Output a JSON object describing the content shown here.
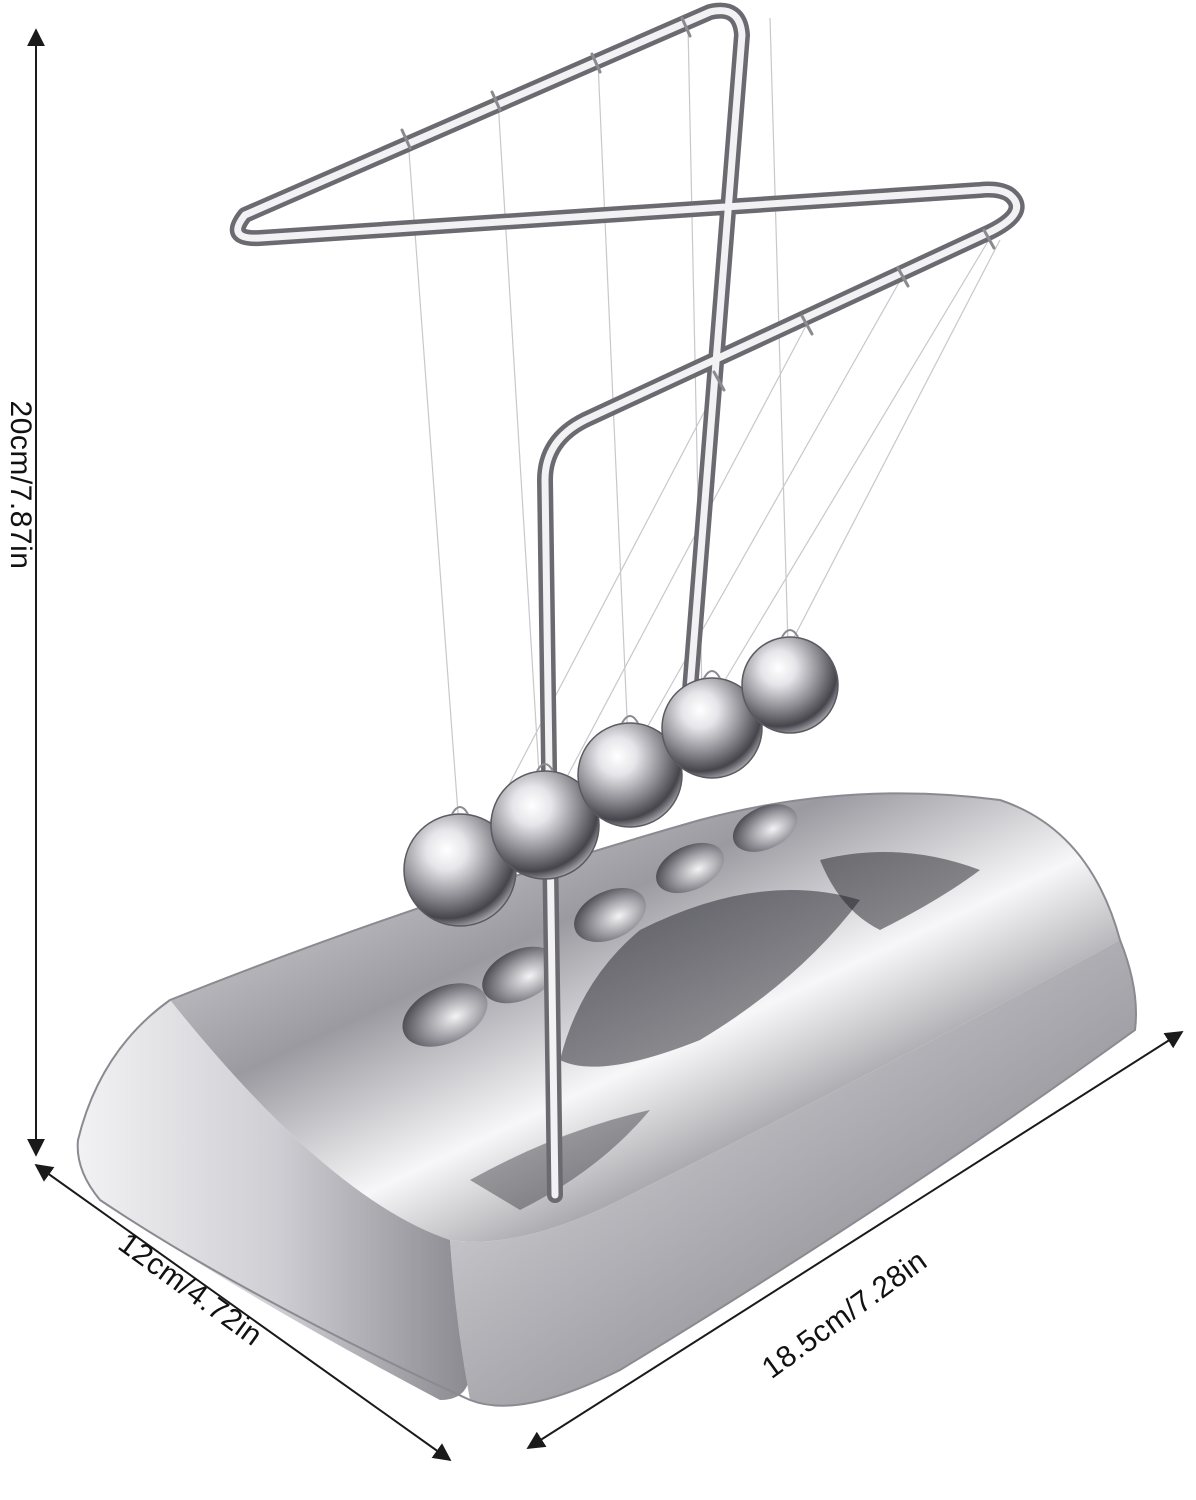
{
  "product": {
    "name": "Newton's cradle desk toy",
    "finish": "chrome",
    "ball_count": 5
  },
  "dimensions": {
    "height_label": "20cm/7.87in",
    "depth_label": "12cm/4.72in",
    "width_label": "18.5cm/7.28in"
  },
  "colors": {
    "background": "#ffffff",
    "chrome_light": "#f4f4f6",
    "chrome_dark": "#5a5a60",
    "dimension_line": "#1a1a1a"
  }
}
